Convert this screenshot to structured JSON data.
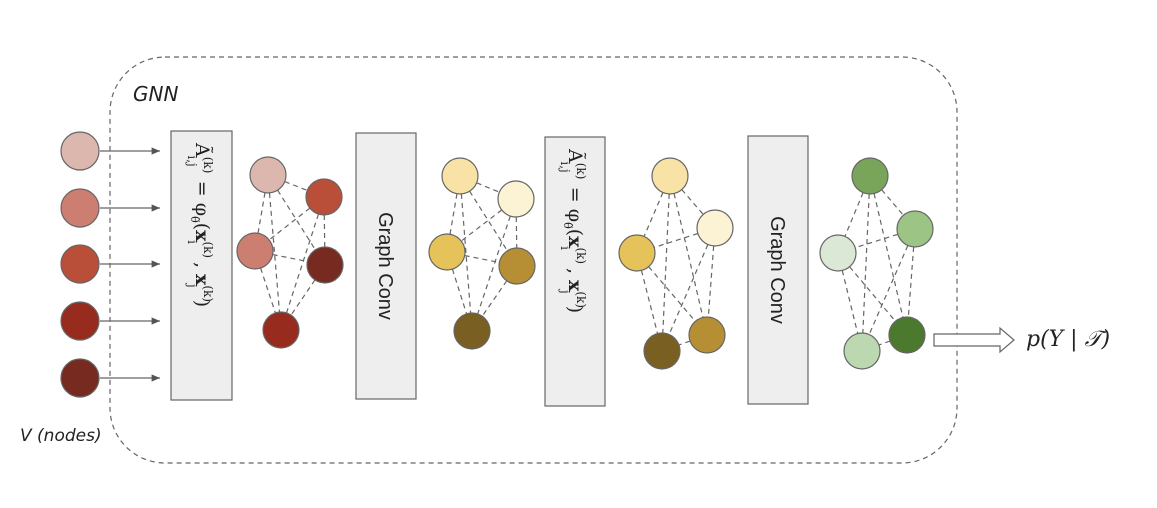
{
  "title": "GNN",
  "input_label": "V (nodes)",
  "input_nodes": [
    "#dcb7ad",
    "#cc7f70",
    "#b94e39",
    "#972c1e",
    "#772a1f"
  ],
  "blocks": [
    {
      "type": "attention",
      "formula": "Ã(k) i,j = φθ̃(x(k) i , x(k) j )"
    },
    {
      "type": "conv",
      "label": "Graph Conv"
    },
    {
      "type": "attention",
      "formula": "Ã(k) i,j = φθ̃(x(k) i , x(k) j )"
    },
    {
      "type": "conv",
      "label": "Graph Conv"
    }
  ],
  "graphs": [
    {
      "colors": [
        "#dcb7ad",
        "#b94e39",
        "#cc7f70",
        "#772a1f",
        "#972c1e"
      ]
    },
    {
      "colors": [
        "#f8e2a6",
        "#fcf2d4",
        "#e6c25a",
        "#b68f34",
        "#7a5f22"
      ]
    },
    {
      "colors": [
        "#f8e2a6",
        "#fcf2d4",
        "#e6c25a",
        "#b68f34",
        "#7a5f22"
      ]
    },
    {
      "colors": [
        "#78a55a",
        "#9cc485",
        "#dce8d6",
        "#4b7a2f",
        "#bcd8b0"
      ]
    }
  ],
  "output_label": "p(Y | 𝒯)"
}
